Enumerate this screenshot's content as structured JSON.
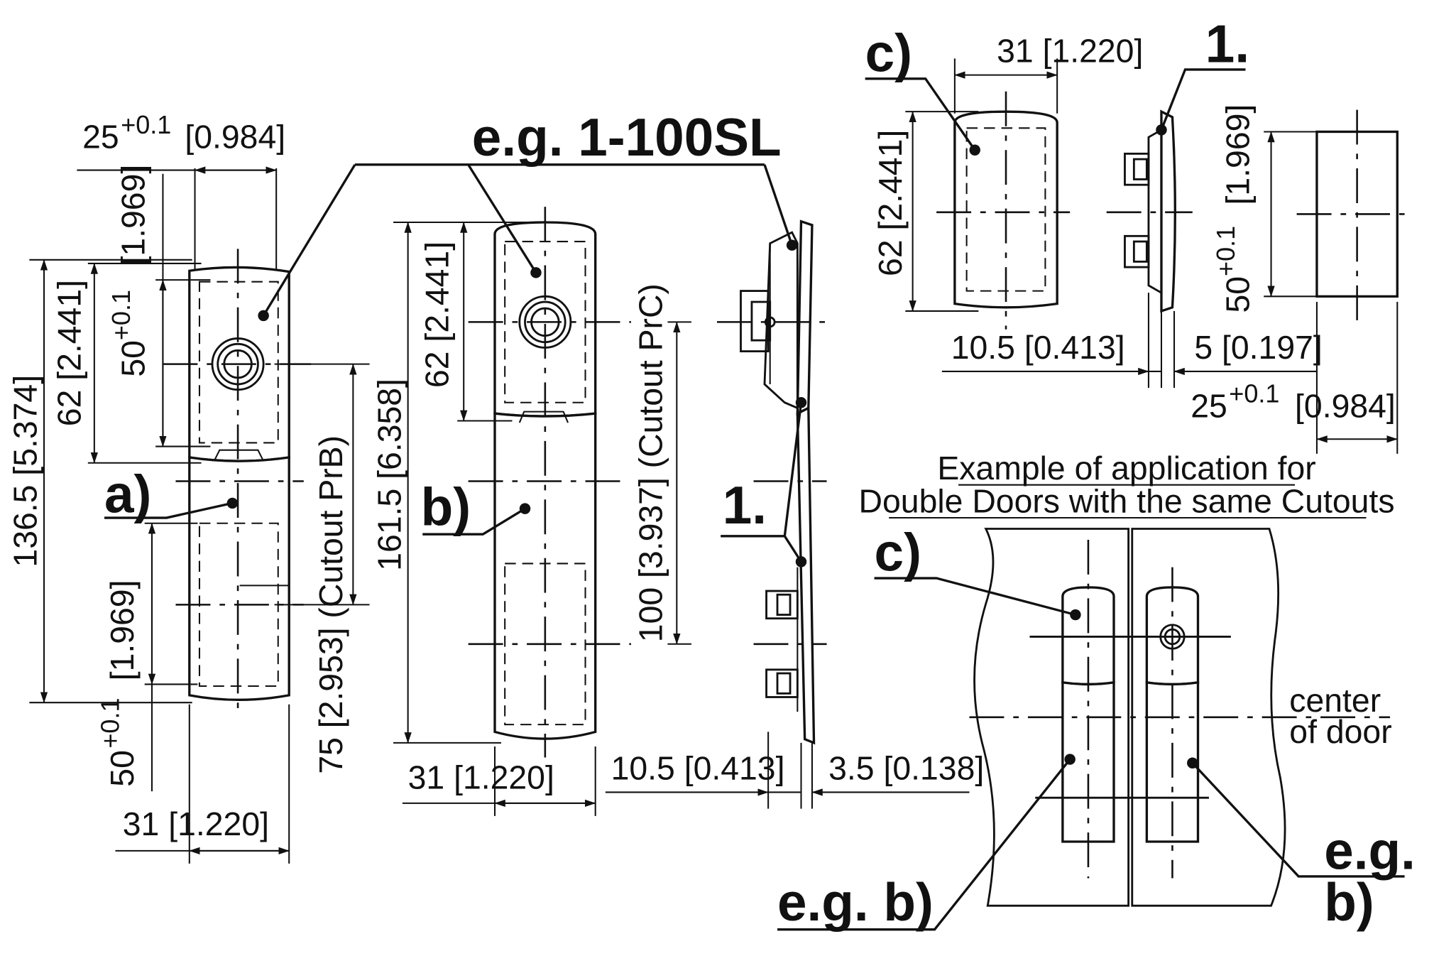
{
  "callouts": {
    "model": "e.g. 1-100SL",
    "a": "a)",
    "b": "b)",
    "c_top": "c)",
    "c_door": "c)",
    "one_side": "1.",
    "one_top": "1.",
    "eg_b_left": "e.g. b)",
    "eg_right": "e.g.",
    "b_right": "b)"
  },
  "dims": {
    "a_width_base": "25",
    "a_width_tol": "+0.1",
    "a_width_in": "[0.984]",
    "a_height_base": "50",
    "a_height_tol": "+0.1",
    "a_height_in": "[1.969]",
    "a_62": "62 [2.441]",
    "a_136": "136.5 [5.374]",
    "a_lower_base": "50",
    "a_lower_tol": "+0.1",
    "a_lower_in": "[1.969]",
    "a_75": "75 [2.953] (Cutout PrB)",
    "a_31": "31 [1.220]",
    "b_62": "62 [2.441]",
    "b_161": "161.5 [6.358]",
    "b_100": "100 [3.937] (Cutout PrC)",
    "b_31": "31 [1.220]",
    "side_10": "10.5 [0.413]",
    "side_3": "3.5 [0.138]",
    "c_31": "31 [1.220]",
    "c_62": "62 [2.441]",
    "c_10": "10.5 [0.413]",
    "c_5": "5 [0.197]",
    "c_width_base": "25",
    "c_width_tol": "+0.1",
    "c_width_in": "[0.984]",
    "c_height_base": "50",
    "c_height_tol": "+0.1",
    "c_height_in": "[1.969]"
  },
  "application": {
    "title_line1": "Example of application for",
    "title_line2": "Double Doors with the same Cutouts",
    "center_line1": "center",
    "center_line2": "of door"
  }
}
